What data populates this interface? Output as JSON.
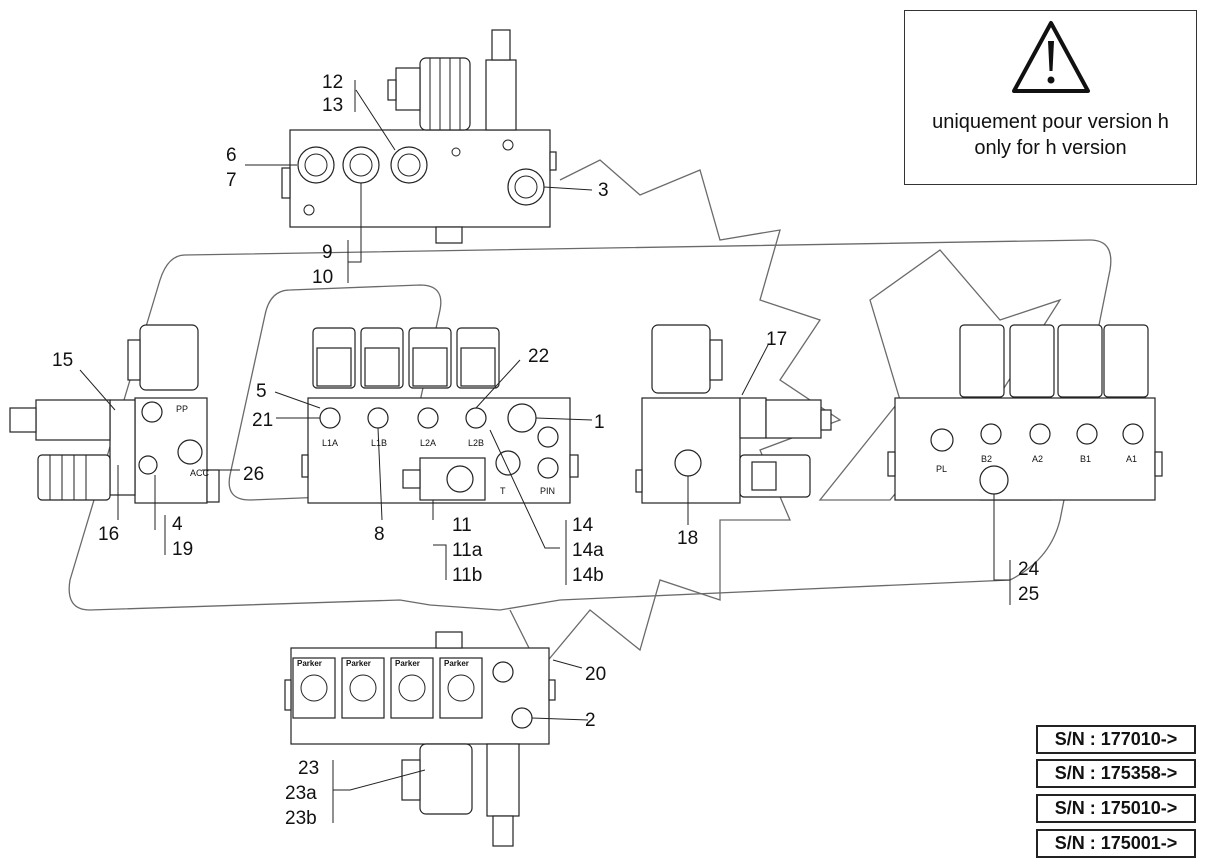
{
  "note": {
    "icon": "warning-triangle-icon",
    "line1": "uniquement pour version h",
    "line2": "only for h version"
  },
  "serials": [
    "S/N : 177010->",
    "S/N : 175358->",
    "S/N : 175010->",
    "S/N : 175001->"
  ],
  "callouts": {
    "c12": "12",
    "c13": "13",
    "c6": "6",
    "c7": "7",
    "c3": "3",
    "c9": "9",
    "c10": "10",
    "c15": "15",
    "c5": "5",
    "c21": "21",
    "c22": "22",
    "c1": "1",
    "c17": "17",
    "c26": "26",
    "c16": "16",
    "c4": "4",
    "c19": "19",
    "c8": "8",
    "c11": "11",
    "c11a": "11a",
    "c11b": "11b",
    "c14": "14",
    "c14a": "14a",
    "c14b": "14b",
    "c18": "18",
    "c24": "24",
    "c25": "25",
    "c20": "20",
    "c2": "2",
    "c23": "23",
    "c23a": "23a",
    "c23b": "23b"
  },
  "port_labels": {
    "PP": "PP",
    "ACC": "ACC",
    "L1A": "L1A",
    "L1B": "L1B",
    "L2A": "L2A",
    "L2B": "L2B",
    "T": "T",
    "PIN": "PIN",
    "PL": "PL",
    "B2": "B2",
    "A2": "A2",
    "B1": "B1",
    "A1": "A1"
  },
  "brand_label": "Parker"
}
